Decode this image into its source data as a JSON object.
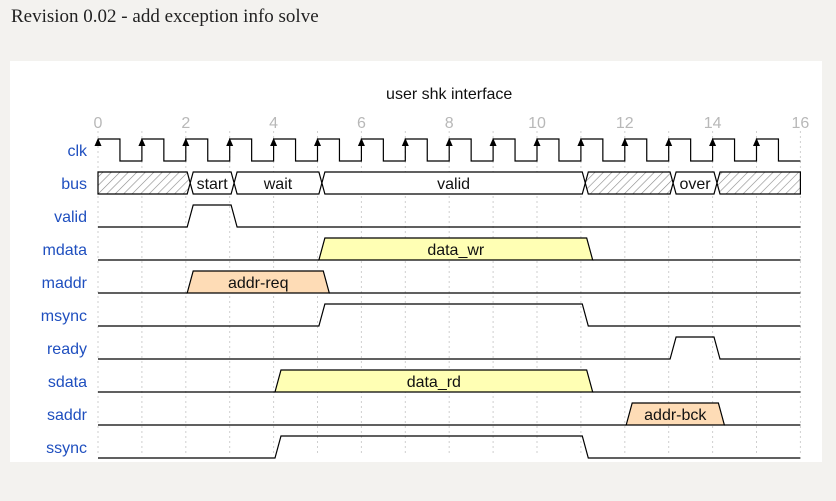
{
  "page": {
    "title": "Revision 0.02 - add exception info solve"
  },
  "diagram": {
    "title": "user shk interface",
    "ticks": [
      "0",
      "2",
      "4",
      "6",
      "8",
      "10",
      "12",
      "14",
      "16"
    ],
    "period_label": "clk",
    "signals": [
      {
        "name": "clk",
        "kind": "clock"
      },
      {
        "name": "bus",
        "kind": "bus",
        "segments": [
          {
            "start": 0,
            "end": 2.1,
            "type": "x"
          },
          {
            "start": 2.1,
            "end": 3.1,
            "type": "data",
            "label": "start"
          },
          {
            "start": 3.1,
            "end": 5.1,
            "type": "data",
            "label": "wait"
          },
          {
            "start": 5.1,
            "end": 11.1,
            "type": "data",
            "label": "valid"
          },
          {
            "start": 11.1,
            "end": 13.1,
            "type": "x"
          },
          {
            "start": 13.1,
            "end": 14.1,
            "type": "data",
            "label": "over"
          },
          {
            "start": 14.1,
            "end": 16,
            "type": "x"
          }
        ]
      },
      {
        "name": "valid",
        "kind": "pulse",
        "pulses": [
          [
            2.1,
            3.1
          ]
        ]
      },
      {
        "name": "mdata",
        "kind": "data",
        "segments": [
          {
            "start": 5.1,
            "end": 11.2,
            "label": "data_wr",
            "color": "#ffffb4"
          }
        ]
      },
      {
        "name": "maddr",
        "kind": "data",
        "segments": [
          {
            "start": 2.1,
            "end": 5.2,
            "label": "addr-req",
            "color": "#fedcb6"
          }
        ]
      },
      {
        "name": "msync",
        "kind": "pulse",
        "pulses": [
          [
            5.1,
            11.1
          ]
        ]
      },
      {
        "name": "ready",
        "kind": "pulse",
        "pulses": [
          [
            13.1,
            14.1
          ]
        ]
      },
      {
        "name": "sdata",
        "kind": "data",
        "segments": [
          {
            "start": 4.1,
            "end": 11.2,
            "label": "data_rd",
            "color": "#ffffb4"
          }
        ]
      },
      {
        "name": "saddr",
        "kind": "data",
        "segments": [
          {
            "start": 12.1,
            "end": 14.2,
            "label": "addr-bck",
            "color": "#fedcb6"
          }
        ]
      },
      {
        "name": "ssync",
        "kind": "pulse",
        "pulses": [
          [
            4.1,
            11.1
          ]
        ]
      }
    ]
  }
}
